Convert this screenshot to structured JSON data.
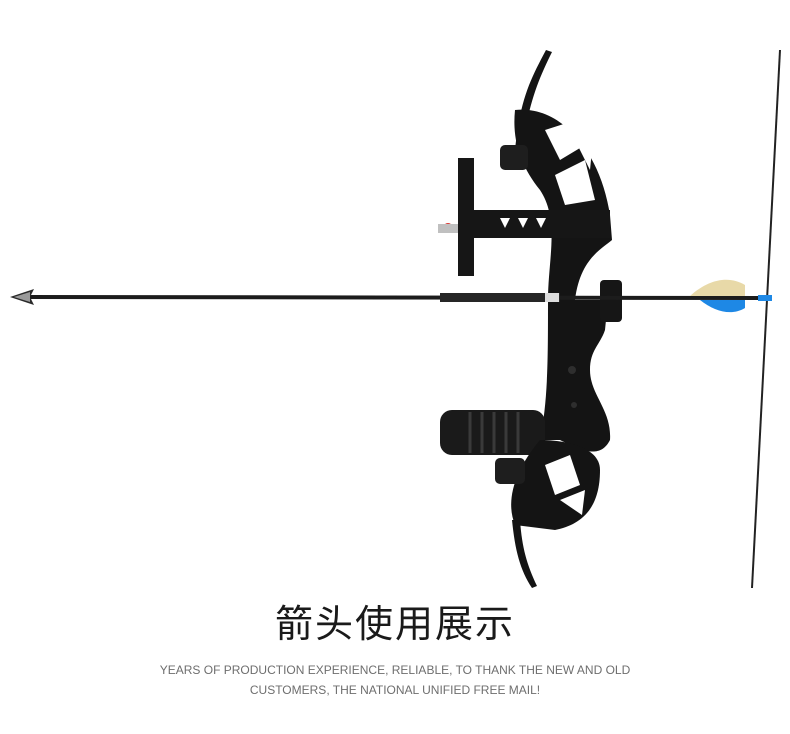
{
  "caption": {
    "title": "箭头使用展示",
    "subtitle_line1": "YEARS OF PRODUCTION EXPERIENCE, RELIABLE, TO THANK THE NEW AND OLD",
    "subtitle_line2": "CUSTOMERS, THE NATIONAL UNIFIED FREE MAIL!"
  },
  "photo": {
    "subject": "recurve-bow-with-arrow",
    "colors": {
      "background": "#ffffff",
      "bow": "#141414",
      "arrow_shaft": "#1c1c1c",
      "fletching_blue": "#1e88e5",
      "fletching_tan": "#e8d9a8",
      "rest_red": "#d9302b"
    }
  }
}
